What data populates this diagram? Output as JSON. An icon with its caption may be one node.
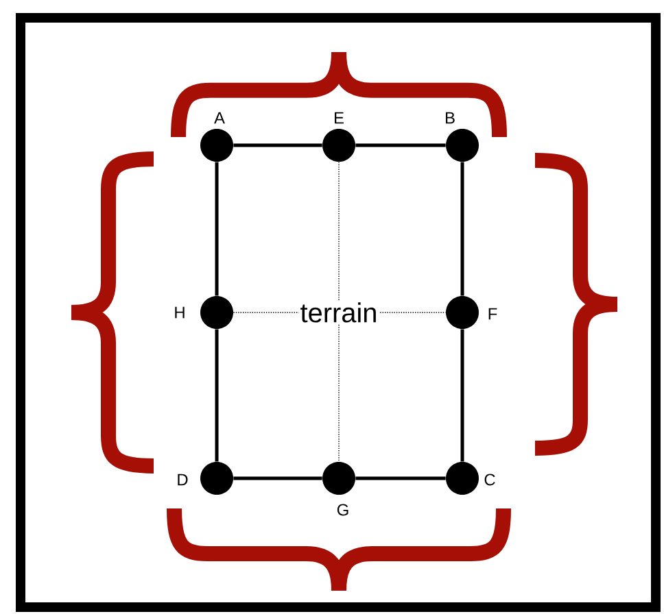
{
  "diagram": {
    "nodes": [
      {
        "text": [],
        "shape": "circle",
        "beside": [
          "A"
        ]
      },
      {
        "text": [],
        "shape": "circle",
        "beside": [
          "E"
        ]
      },
      {
        "text": [],
        "shape": "circle",
        "beside": [
          "B"
        ]
      },
      {
        "text": [],
        "shape": "circle",
        "beside": [
          "H"
        ]
      },
      {
        "text": [],
        "shape": "circle",
        "beside": [
          "F"
        ]
      },
      {
        "text": [],
        "shape": "circle",
        "beside": [
          "D"
        ]
      },
      {
        "text": [],
        "shape": "circle",
        "beside": [
          "G"
        ]
      },
      {
        "text": [],
        "shape": "circle",
        "beside": [
          "C"
        ]
      }
    ],
    "edges": [
      {
        "from": 0,
        "to": 1,
        "arrow": "none"
      },
      {
        "from": 1,
        "to": 2,
        "arrow": "none"
      },
      {
        "from": 2,
        "to": 4,
        "arrow": "none"
      },
      {
        "from": 4,
        "to": 7,
        "arrow": "none"
      },
      {
        "from": 7,
        "to": 6,
        "arrow": "none"
      },
      {
        "from": 6,
        "to": 5,
        "arrow": "none"
      },
      {
        "from": 5,
        "to": 3,
        "arrow": "none"
      },
      {
        "from": 3,
        "to": 0,
        "arrow": "none"
      },
      {
        "from": 1,
        "to": 6,
        "arrow": "none",
        "style": "dashed"
      },
      {
        "from": 3,
        "to": 4,
        "arrow": "none",
        "style": "dashed"
      }
    ],
    "labels": [
      "terrain"
    ]
  }
}
